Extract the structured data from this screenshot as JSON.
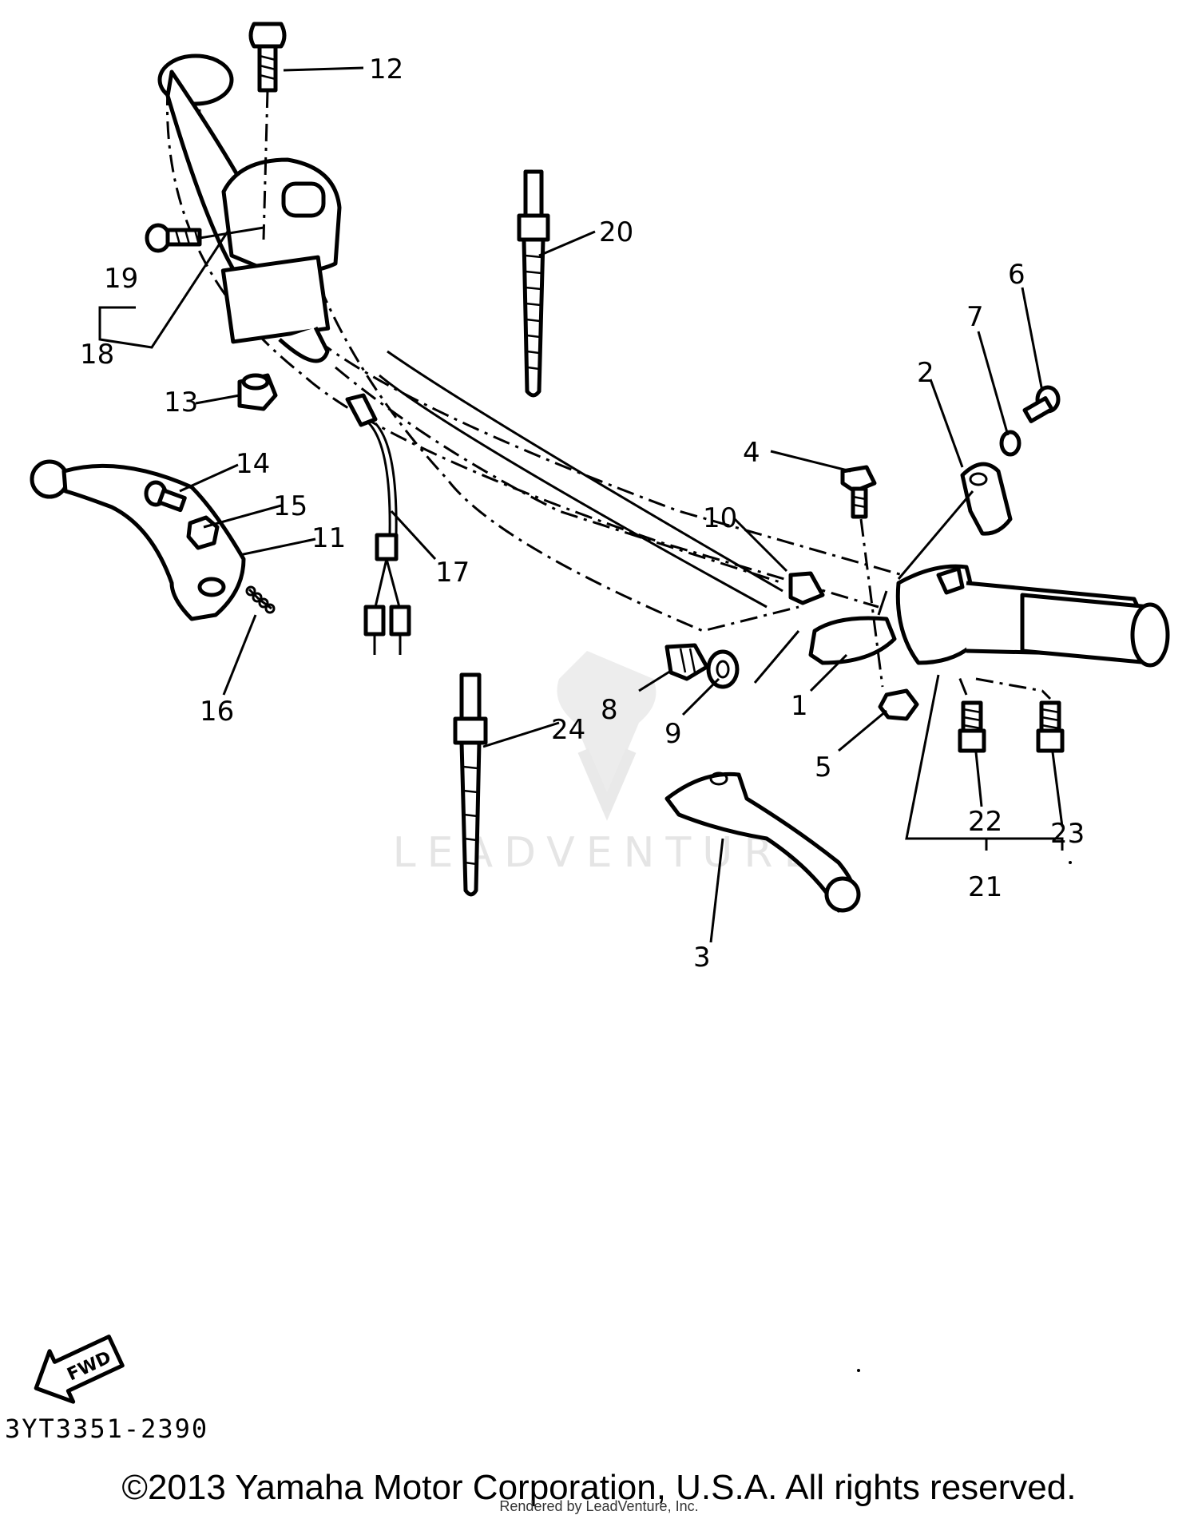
{
  "diagram": {
    "callouts": [
      "1",
      "2",
      "3",
      "4",
      "5",
      "6",
      "7",
      "8",
      "9",
      "10",
      "11",
      "12",
      "13",
      "14",
      "15",
      "16",
      "17",
      "18",
      "19",
      "20",
      "21",
      "22",
      "23",
      "24"
    ],
    "direction_arrow": "FWD",
    "diagram_code": "3YT3351-2390",
    "watermark": "LEADVENTURE",
    "icons": [
      "fwd-arrow-icon",
      "leadventure-logo-icon"
    ]
  },
  "footer": {
    "copyright": "©2013 Yamaha Motor Corporation, U.S.A. All rights reserved.",
    "rendered_by": "Rendered by LeadVenture, Inc."
  }
}
